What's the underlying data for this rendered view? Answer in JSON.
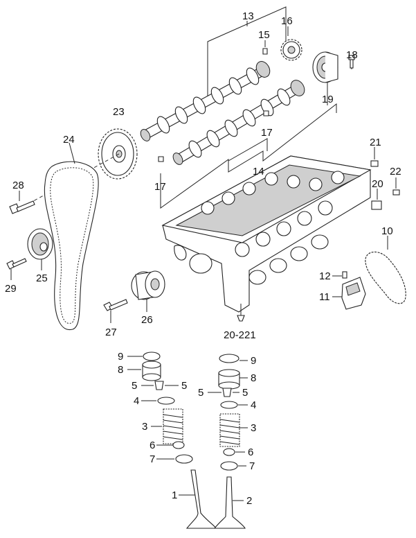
{
  "diagram": {
    "colors": {
      "line": "#222222",
      "part_fill": "#ffffff",
      "shade": "#cfcfcf",
      "dark": "#555555"
    },
    "callouts": {
      "c13": "13",
      "c15": "15",
      "c16": "16",
      "c18": "18",
      "c19": "19",
      "c23": "23",
      "c17a": "17",
      "c17b": "17",
      "c14": "14",
      "c24": "24",
      "c21": "21",
      "c22": "22",
      "c20": "20",
      "c28": "28",
      "c10": "10",
      "c25": "25",
      "c29": "29",
      "c12": "12",
      "c11": "11",
      "c27": "27",
      "c26": "26",
      "ref": "20-221",
      "l9": "9",
      "l8": "8",
      "l5a": "5",
      "l5b": "5",
      "l4": "4",
      "l3": "3",
      "l6": "6",
      "l7": "7",
      "l1": "1",
      "r9": "9",
      "r8": "8",
      "r5a": "5",
      "r5b": "5",
      "r4": "4",
      "r3": "3",
      "r6": "6",
      "r7": "7",
      "r2": "2"
    }
  }
}
